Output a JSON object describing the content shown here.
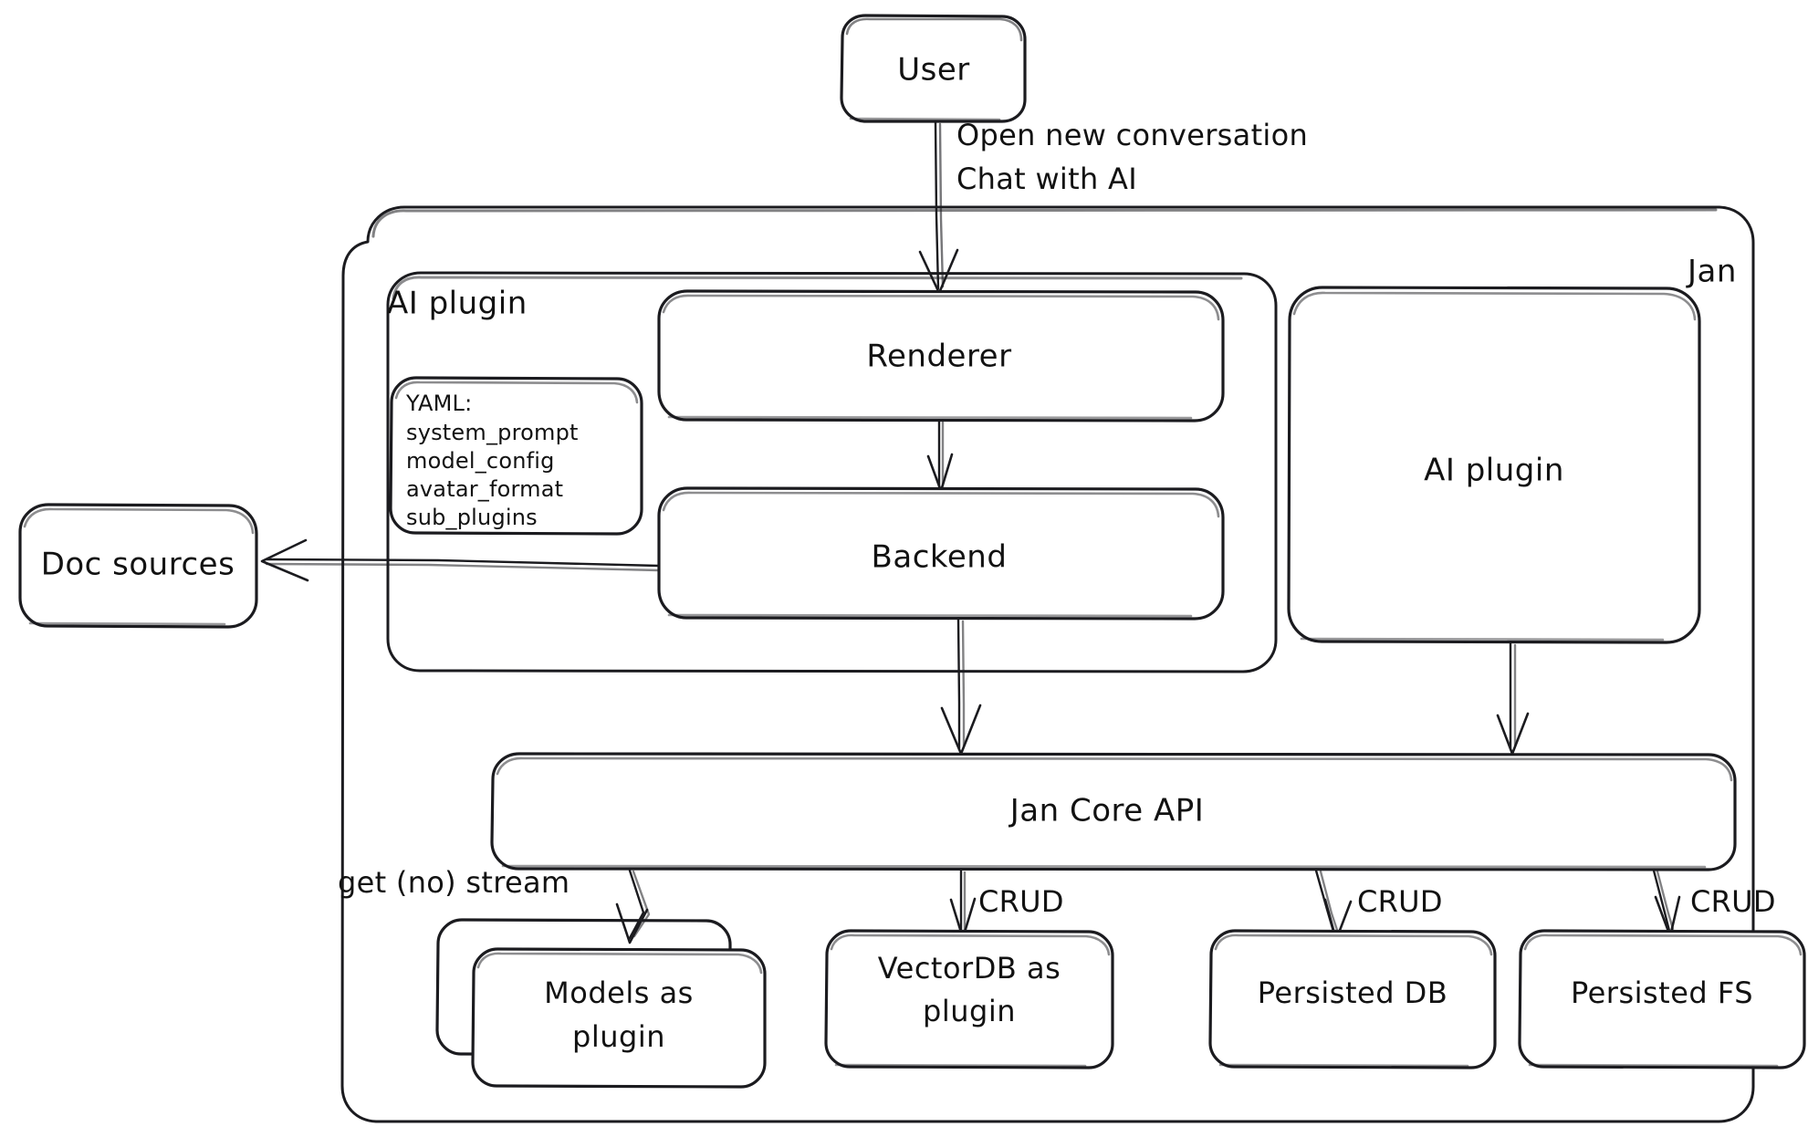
{
  "diagram": {
    "title_visible": false,
    "style": "hand-drawn",
    "stroke_color": "#1b1b1f",
    "text_color": "#121212",
    "background": "#ffffff",
    "containers": [
      {
        "id": "jan",
        "label": "Jan",
        "label_position": "top-right"
      },
      {
        "id": "ai_plugin_group",
        "label": "AI plugin",
        "label_position": "top-left"
      }
    ],
    "nodes": [
      {
        "id": "user",
        "label": "User"
      },
      {
        "id": "renderer",
        "label": "Renderer"
      },
      {
        "id": "backend",
        "label": "Backend"
      },
      {
        "id": "ai_plugin_right",
        "label": "AI plugin"
      },
      {
        "id": "doc_sources",
        "label": "Doc sources"
      },
      {
        "id": "jan_core_api",
        "label": "Jan Core API"
      },
      {
        "id": "models_as_plugin",
        "label_line1": "Models as",
        "label_line2": "plugin",
        "stacked": true
      },
      {
        "id": "vectordb_as_plugin",
        "label_line1": "VectorDB as",
        "label_line2": "plugin",
        "stacked": false
      },
      {
        "id": "persisted_db",
        "label": "Persisted DB"
      },
      {
        "id": "persisted_fs",
        "label": "Persisted FS"
      }
    ],
    "yaml_note": {
      "id": "yaml_note",
      "lines": [
        "YAML:",
        "system_prompt",
        "model_config",
        "avatar_format",
        "sub_plugins"
      ]
    },
    "edges": [
      {
        "id": "user_to_renderer",
        "from": "user",
        "to": "renderer",
        "label_line1": "Open new conversation",
        "label_line2": "Chat with AI"
      },
      {
        "id": "renderer_to_backend",
        "from": "renderer",
        "to": "backend",
        "label": ""
      },
      {
        "id": "backend_to_doc_sources",
        "from": "backend",
        "to": "doc_sources",
        "label": ""
      },
      {
        "id": "backend_to_core",
        "from": "backend",
        "to": "jan_core_api",
        "label": ""
      },
      {
        "id": "ai_plugin_to_core",
        "from": "ai_plugin_right",
        "to": "jan_core_api",
        "label": ""
      },
      {
        "id": "core_to_models",
        "from": "jan_core_api",
        "to": "models_as_plugin",
        "label": "get (no) stream"
      },
      {
        "id": "core_to_vectordb",
        "from": "jan_core_api",
        "to": "vectordb_as_plugin",
        "label": "CRUD"
      },
      {
        "id": "core_to_persisted_db",
        "from": "jan_core_api",
        "to": "persisted_db",
        "label": "CRUD"
      },
      {
        "id": "core_to_persisted_fs",
        "from": "jan_core_api",
        "to": "persisted_fs",
        "label": "CRUD"
      }
    ]
  }
}
